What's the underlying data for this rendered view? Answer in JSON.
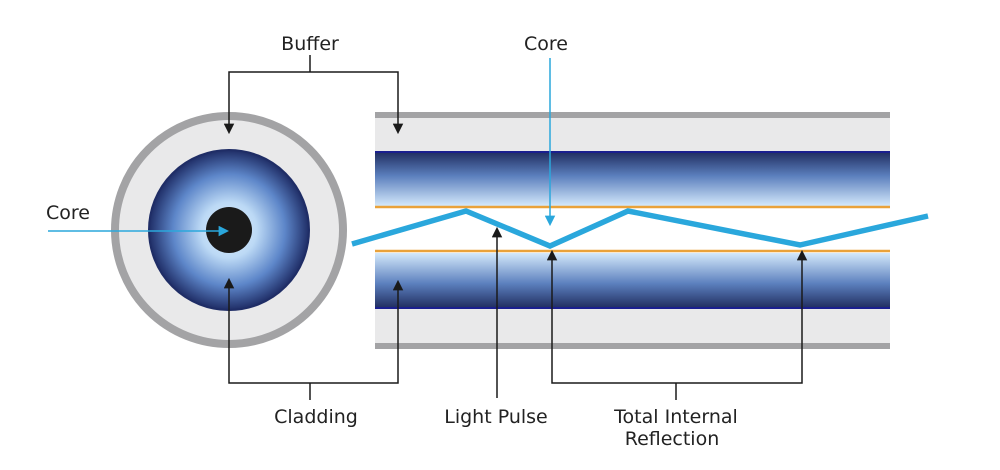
{
  "labels": {
    "buffer": "Buffer",
    "core_top": "Core",
    "core_left": "Core",
    "cladding": "Cladding",
    "light_pulse": "Light Pulse",
    "tir_line1": "Total Internal",
    "tir_line2": "Reflection"
  },
  "colors": {
    "buffer": "#e9e9ea",
    "outer_jacket": "#a3a3a5",
    "core_dark": "#1d2a5a",
    "core_light": "#cfe6fb",
    "cladding_edge": "#e9a23a",
    "light_pulse": "#2aa7dc",
    "cross_section_center": "#1a1a1a",
    "arrow": "#1a1a1a"
  },
  "icons": {
    "fiber_cross_section": "fiber-cross-section-icon",
    "fiber_longitudinal": "fiber-longitudinal-icon"
  }
}
